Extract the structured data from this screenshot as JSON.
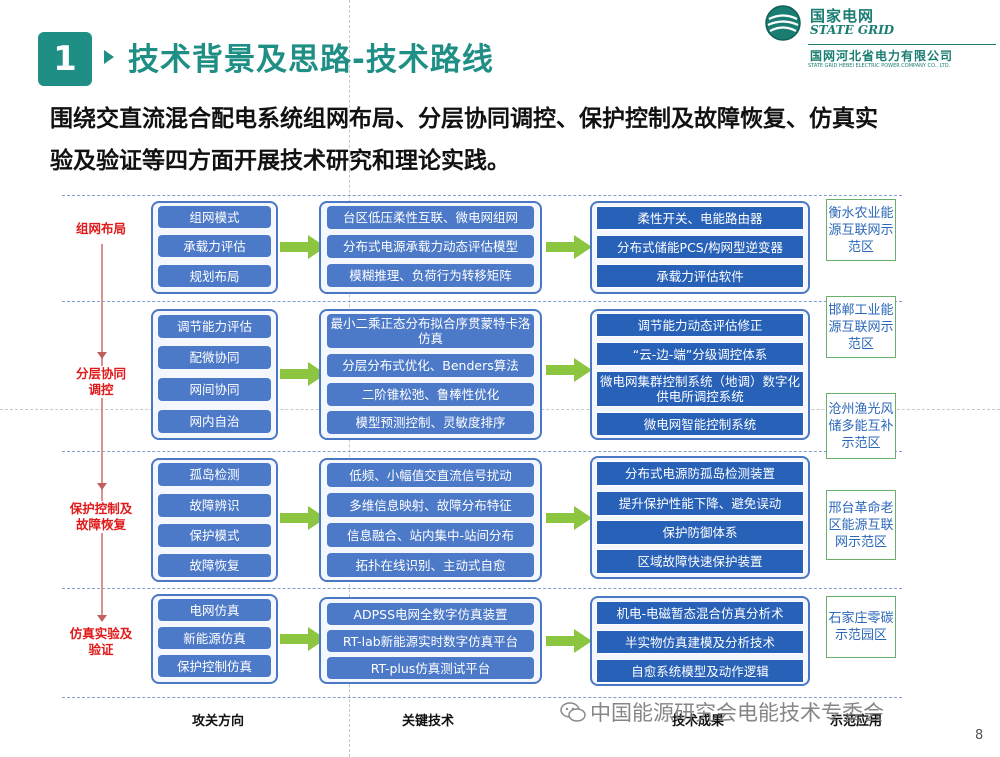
{
  "slide": {
    "number": "1",
    "title": "技术背景及思路-技术路线",
    "intro_line1": "围绕交直流混合配电系统组网布局、分层协同调控、保护控制及故障恢复、仿真实",
    "intro_line2": "验及验证等四方面开展技术研究和理论实践。",
    "page_number": "8"
  },
  "logo": {
    "name_cn": "国家电网",
    "name_en": "STATE GRID",
    "company_cn": "国网河北省电力有限公司",
    "company_en": "STATE GRID HEBEI ELECTRIC POWER COMPANY CO., LTD."
  },
  "categories": [
    {
      "label_line1": "组网布局",
      "label_line2": ""
    },
    {
      "label_line1": "分层协同",
      "label_line2": "调控"
    },
    {
      "label_line1": "保护控制及",
      "label_line2": "故障恢复"
    },
    {
      "label_line1": "仿真实验及",
      "label_line2": "验证"
    }
  ],
  "directions": [
    [
      "组网模式",
      "承载力评估",
      "规划布局"
    ],
    [
      "调节能力评估",
      "配微协同",
      "网间协同",
      "网内自治"
    ],
    [
      "孤岛检测",
      "故障辨识",
      "保护模式",
      "故障恢复"
    ],
    [
      "电网仿真",
      "新能源仿真",
      "保护控制仿真"
    ]
  ],
  "technologies": [
    [
      "台区低压柔性互联、微电网组网",
      "分布式电源承载力动态评估模型",
      "模糊推理、负荷行为转移矩阵"
    ],
    [
      "最小二乘正态分布拟合序贯蒙特卡洛仿真",
      "分层分布式优化、Benders算法",
      "二阶锥松弛、鲁棒性优化",
      "模型预测控制、灵敏度排序"
    ],
    [
      "低频、小幅值交直流信号扰动",
      "多维信息映射、故障分布特征",
      "信息融合、站内集中-站间分布",
      "拓扑在线识别、主动式自愈"
    ],
    [
      "ADPSS电网全数字仿真装置",
      "RT-lab新能源实时数字仿真平台",
      "RT-plus仿真测试平台"
    ]
  ],
  "results": [
    [
      "柔性开关、电能路由器",
      "分布式储能PCS/构网型逆变器",
      "承载力评估软件"
    ],
    [
      "调节能力动态评估修正",
      "“云-边-端”分级调控体系",
      "微电网集群控制系统（地调）数字化供电所调控系统",
      "微电网智能控制系统"
    ],
    [
      "分布式电源防孤岛检测装置",
      "提升保护性能下降、避免误动",
      "保护防御体系",
      "区域故障快速保护装置"
    ],
    [
      "机电-电磁暂态混合仿真分析术",
      "半实物仿真建模及分析技术",
      "自愈系统模型及动作逻辑"
    ]
  ],
  "applications": [
    "衡水农业能源互联网示范区",
    "邯郸工业能源互联网示范区",
    "沧州渔光风储多能互补示范区",
    "邢台革命老区能源互联网示范区",
    "石家庄零碳示范园区"
  ],
  "footer": {
    "col1": "攻关方向",
    "col2": "关键技术",
    "col3": "技术成果",
    "col4": "示范应用"
  },
  "watermark": "中国能源研究会电能技术专委会",
  "colors": {
    "teal": "#1f8f85",
    "panel_border": "#4b78c4",
    "item_blue": "#4d7ac8",
    "item_dark_blue": "#2861b8",
    "arrow_green": "#8cc640",
    "category_red": "#e01a1a"
  }
}
